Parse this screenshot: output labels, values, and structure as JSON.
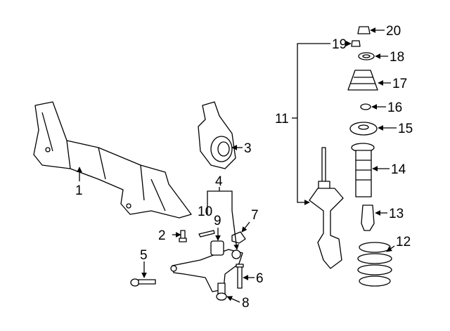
{
  "diagram": {
    "title": "Front suspension parts diagram",
    "callouts": {
      "c1": "1",
      "c2": "2",
      "c3": "3",
      "c4": "4",
      "c5": "5",
      "c6": "6",
      "c7": "7",
      "c8": "8",
      "c9": "9",
      "c10": "10",
      "c11": "11",
      "c12": "12",
      "c13": "13",
      "c14": "14",
      "c15": "15",
      "c16": "16",
      "c17": "17",
      "c18": "18",
      "c19": "19",
      "c20": "20"
    }
  }
}
